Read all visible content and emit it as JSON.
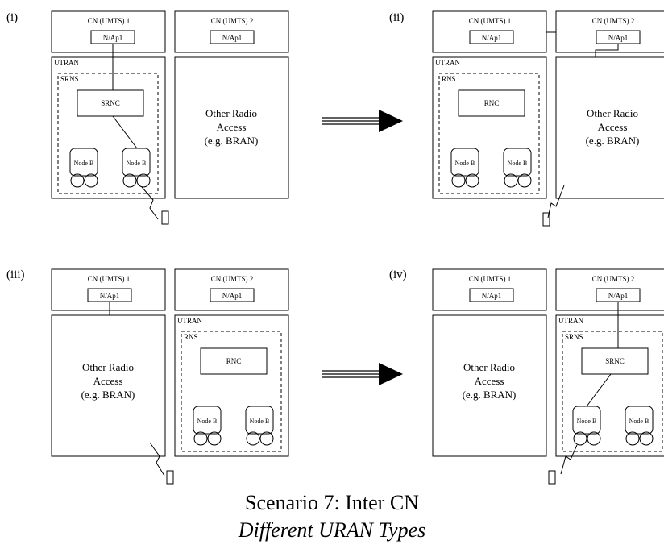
{
  "colors": {
    "ink": "#000000",
    "background": "#ffffff"
  },
  "caption": {
    "title": "Scenario 7: Inter CN",
    "subtitle": "Different URAN Types"
  },
  "common": {
    "cn1": "CN (UMTS) 1",
    "cn2": "CN (UMTS) 2",
    "nap": "N/Ap1",
    "utran": "UTRAN",
    "node_b": "Node B",
    "other_access": [
      "Other Radio",
      "Access",
      "(e.g. BRAN)"
    ]
  },
  "panels": [
    {
      "label": "(i)",
      "ran_group": "SRNS",
      "controller": "SRNC",
      "utran_under": "cn1"
    },
    {
      "label": "(ii)",
      "ran_group": "RNS",
      "controller": "RNC",
      "utran_under": "cn1"
    },
    {
      "label": "(iii)",
      "ran_group": "RNS",
      "controller": "RNC",
      "utran_under": "cn2"
    },
    {
      "label": "(iv)",
      "ran_group": "SRNS",
      "controller": "SRNC",
      "utran_under": "cn2"
    }
  ],
  "arrows": [
    "i-to-ii",
    "iii-to-iv"
  ]
}
